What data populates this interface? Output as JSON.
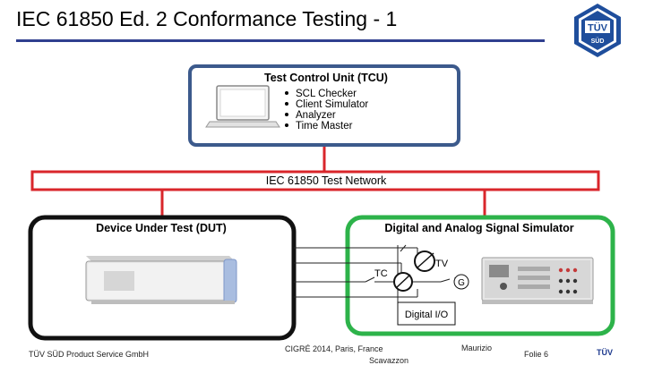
{
  "slide": {
    "title": "IEC 61850 Ed. 2 Conformance Testing - 1",
    "logo_text": "TÜV",
    "logo_subtext": "SÜD"
  },
  "tcu": {
    "title": "Test Control Unit (TCU)",
    "items": [
      "SCL Checker",
      "Client Simulator",
      "Analyzer",
      "Time Master"
    ]
  },
  "network": {
    "label": "IEC 61850 Test Network"
  },
  "dut": {
    "title": "Device Under Test (DUT)"
  },
  "simulator": {
    "title": "Digital and Analog Signal Simulator",
    "tv_label": "TV",
    "tc_label": "TC",
    "g_label": "G",
    "io_label": "Digital I/O"
  },
  "footer": {
    "company": "TÜV SÜD Product Service GmbH",
    "event": "CIGRÉ 2014, Paris, France",
    "author_first": "Maurizio",
    "author_last": "Scavazzon",
    "page": "Folie 6",
    "logo": "TÜV"
  },
  "colors": {
    "title_rule": "#2f3f8f",
    "tcu_border": "#3c5a8c",
    "network_border": "#d9262b",
    "dut_border": "#111111",
    "simulator_border": "#2db34a",
    "logo_blue": "#1f4e9c"
  }
}
